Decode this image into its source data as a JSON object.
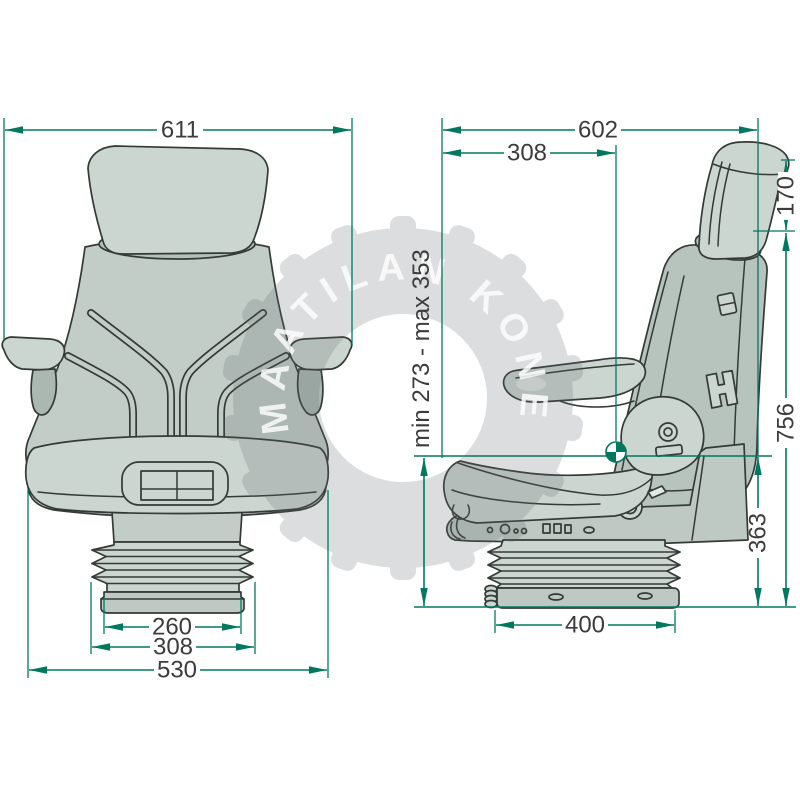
{
  "watermark": {
    "text": "MAATILAN KONE"
  },
  "dimensions": {
    "front": {
      "overall_width": "611",
      "base_width": "260",
      "bellows_width": "308",
      "frame_width": "530"
    },
    "side": {
      "overall_depth": "602",
      "seat_depth": "308",
      "headrest_height": "170",
      "overall_height": "756",
      "base_height": "363",
      "seat_height_range": "min 273 - max 353",
      "base_length": "400"
    }
  },
  "symbols": {
    "datum": "datum-target-icon"
  },
  "colors": {
    "dimension_line": "#00785f",
    "dimension_text": "#3c3c3c",
    "seat_fill_light": "#ccd6d0",
    "seat_fill_mid": "#c2cdc7",
    "seat_fill_dark": "#b3c1ba",
    "outline": "#343a36",
    "watermark_gray": "#63686c",
    "watermark_text": "#fdfdfd",
    "background": "#ffffff"
  }
}
